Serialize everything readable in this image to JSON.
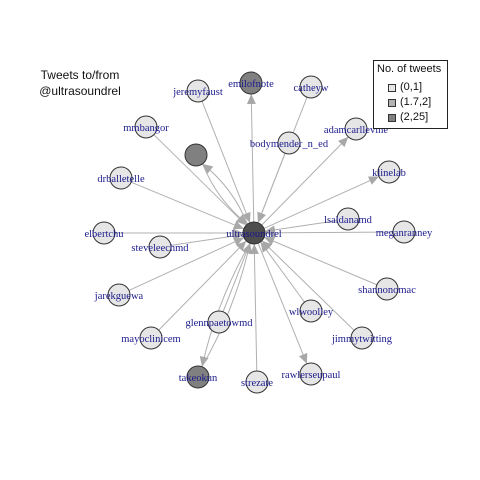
{
  "title": {
    "line1": "Tweets to/from",
    "line2": "@ultrasoundrel"
  },
  "legend": {
    "title": "No. of tweets",
    "items": [
      {
        "label": "(0,1]",
        "color": "#e6e6e6"
      },
      {
        "label": "(1.7,2]",
        "color": "#b3b3b3"
      },
      {
        "label": "(2,25]",
        "color": "#808080"
      }
    ]
  },
  "colors": {
    "edge": "#b0b0b0",
    "arrow": "#a8a8a8",
    "node_stroke": "#333333",
    "label": "#1a1a8c",
    "center_fill": "#4d4d4d"
  },
  "graph": {
    "center": "ultrasoundrel",
    "nodes": [
      {
        "id": "ultrasoundrel",
        "label": "ultrasoundrel",
        "tweets_bin": "center"
      },
      {
        "id": "emilofnote",
        "label": "emilofnote",
        "tweets_bin": "(2,25]"
      },
      {
        "id": "jeremyfaust",
        "label": "jeremyfaust",
        "tweets_bin": "(0,1]"
      },
      {
        "id": "catheyw",
        "label": "catheyw",
        "tweets_bin": "(0,1]"
      },
      {
        "id": "mmbangor",
        "label": "mmbangor",
        "tweets_bin": "(0,1]"
      },
      {
        "id": "bodymender_n_ed",
        "label": "bodymender_n_ed",
        "tweets_bin": "(0,1]"
      },
      {
        "id": "adamcarllevine",
        "label": "adamcarllevine",
        "tweets_bin": "(0,1]"
      },
      {
        "id": "unlabeled",
        "label": "",
        "tweets_bin": "(2,25]"
      },
      {
        "id": "drballetelle",
        "label": "drballetelle",
        "tweets_bin": "(0,1]"
      },
      {
        "id": "klinelab",
        "label": "klinelab",
        "tweets_bin": "(0,1]"
      },
      {
        "id": "lsaldanamd",
        "label": "lsaldanamd",
        "tweets_bin": "(0,1]"
      },
      {
        "id": "elbertchu",
        "label": "elbertchu",
        "tweets_bin": "(0,1]"
      },
      {
        "id": "meganranney",
        "label": "meganranney",
        "tweets_bin": "(0,1]"
      },
      {
        "id": "steveleechmd",
        "label": "steveleechmd",
        "tweets_bin": "(0,1]"
      },
      {
        "id": "jarekguewa",
        "label": "jarekguewa",
        "tweets_bin": "(0,1]"
      },
      {
        "id": "shannonomac",
        "label": "shannonomac",
        "tweets_bin": "(0,1]"
      },
      {
        "id": "wlwoolley",
        "label": "wlwoolley",
        "tweets_bin": "(0,1]"
      },
      {
        "id": "glennpaetowmd",
        "label": "glennpaetowmd",
        "tweets_bin": "(0,1]"
      },
      {
        "id": "mayoclinicem",
        "label": "mayoclinicem",
        "tweets_bin": "(0,1]"
      },
      {
        "id": "jimmytwitting",
        "label": "jimmytwitting",
        "tweets_bin": "(0,1]"
      },
      {
        "id": "takeokun",
        "label": "takeokun",
        "tweets_bin": "(2,25]"
      },
      {
        "id": "strezate",
        "label": "strezate",
        "tweets_bin": "(0,1]"
      },
      {
        "id": "rawlerseupaul",
        "label": "rawlerseupaul",
        "tweets_bin": "(0,1]"
      }
    ],
    "edges": [
      {
        "from": "ultrasoundrel",
        "to": "emilofnote"
      },
      {
        "from": "jeremyfaust",
        "to": "ultrasoundrel"
      },
      {
        "from": "catheyw",
        "to": "ultrasoundrel"
      },
      {
        "from": "mmbangor",
        "to": "ultrasoundrel"
      },
      {
        "from": "bodymender_n_ed",
        "to": "ultrasoundrel"
      },
      {
        "from": "ultrasoundrel",
        "to": "adamcarllevine"
      },
      {
        "from": "unlabeled",
        "to": "ultrasoundrel"
      },
      {
        "from": "ultrasoundrel",
        "to": "unlabeled"
      },
      {
        "from": "drballetelle",
        "to": "ultrasoundrel"
      },
      {
        "from": "ultrasoundrel",
        "to": "klinelab"
      },
      {
        "from": "lsaldanamd",
        "to": "ultrasoundrel"
      },
      {
        "from": "elbertchu",
        "to": "ultrasoundrel"
      },
      {
        "from": "meganranney",
        "to": "ultrasoundrel"
      },
      {
        "from": "steveleechmd",
        "to": "ultrasoundrel"
      },
      {
        "from": "jarekguewa",
        "to": "ultrasoundrel"
      },
      {
        "from": "shannonomac",
        "to": "ultrasoundrel"
      },
      {
        "from": "wlwoolley",
        "to": "ultrasoundrel"
      },
      {
        "from": "glennpaetowmd",
        "to": "ultrasoundrel"
      },
      {
        "from": "mayoclinicem",
        "to": "ultrasoundrel"
      },
      {
        "from": "jimmytwitting",
        "to": "ultrasoundrel"
      },
      {
        "from": "ultrasoundrel",
        "to": "takeokun"
      },
      {
        "from": "takeokun",
        "to": "ultrasoundrel"
      },
      {
        "from": "strezate",
        "to": "ultrasoundrel"
      },
      {
        "from": "ultrasoundrel",
        "to": "rawlerseupaul"
      }
    ]
  }
}
